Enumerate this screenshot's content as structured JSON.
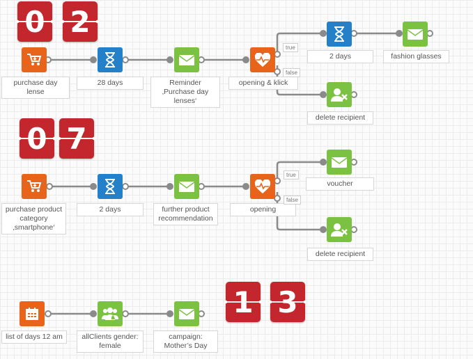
{
  "colors": {
    "orange": "#e8641b",
    "blue": "#2380c9",
    "green": "#7cc242",
    "red": "#c4262e",
    "line": "#8a8a8a"
  },
  "flows": [
    {
      "badge": [
        "0",
        "2"
      ],
      "nodes": [
        {
          "icon": "cart-icon",
          "label": "purchase day lense"
        },
        {
          "icon": "hourglass-icon",
          "label": "28 days"
        },
        {
          "icon": "envelope-icon",
          "label": "Reminder ‚Purchase day lenses‘"
        },
        {
          "icon": "heartbeat-icon",
          "label": "opening & klick"
        },
        {
          "icon": "hourglass-icon",
          "label": "2 days"
        },
        {
          "icon": "envelope-icon",
          "label": "fashion glasses"
        },
        {
          "icon": "delete-user-icon",
          "label": "delete recipient"
        }
      ],
      "branch_true": "true",
      "branch_false": "false"
    },
    {
      "badge": [
        "0",
        "7"
      ],
      "nodes": [
        {
          "icon": "cart-icon",
          "label": "purchase product category ‚smartphone‘"
        },
        {
          "icon": "hourglass-icon",
          "label": "2 days"
        },
        {
          "icon": "envelope-icon",
          "label": "further product recommendation"
        },
        {
          "icon": "heartbeat-icon",
          "label": "opening"
        },
        {
          "icon": "envelope-icon",
          "label": "voucher"
        },
        {
          "icon": "delete-user-icon",
          "label": "delete recipient"
        }
      ],
      "branch_true": "true",
      "branch_false": "false"
    },
    {
      "badge": [
        "1",
        "3"
      ],
      "nodes": [
        {
          "icon": "calendar-icon",
          "label": "list of days 12 am"
        },
        {
          "icon": "group-icon",
          "label": "allClients gender: female"
        },
        {
          "icon": "envelope-icon",
          "label": "campaign: Mother’s Day"
        }
      ]
    }
  ]
}
